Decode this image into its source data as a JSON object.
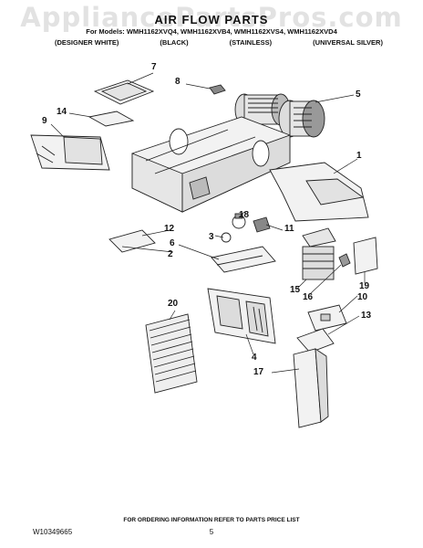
{
  "watermark": "AppliancePartsPros.com",
  "header": {
    "title": "AIR FLOW PARTS",
    "models": "For Models: WMH1162XVQ4, WMH1162XVB4, WMH1162XVS4, WMH1162XVD4",
    "finishes": [
      "(DESIGNER WHITE)",
      "(BLACK)",
      "(STAINLESS)",
      "(UNIVERSAL SILVER)"
    ]
  },
  "callouts": [
    "7",
    "8",
    "5",
    "14",
    "9",
    "1",
    "18",
    "11",
    "12",
    "3",
    "2",
    "6",
    "15",
    "16",
    "19",
    "10",
    "20",
    "13",
    "4",
    "17"
  ],
  "footer": {
    "note": "FOR ORDERING INFORMATION REFER TO PARTS PRICE LIST",
    "doc_number": "W10349665",
    "page": "5"
  }
}
